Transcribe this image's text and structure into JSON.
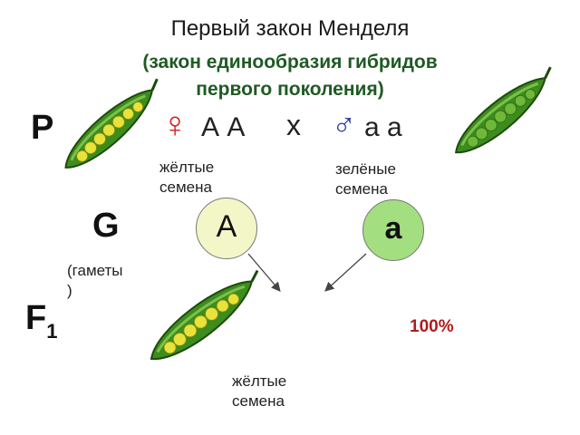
{
  "title": "Первый закон Менделя",
  "subtitle_line1": "(закон единообразия гибридов",
  "subtitle_line2": "первого поколения)",
  "rows": {
    "p_label": "P",
    "g_label": "G",
    "f1_label": "F",
    "f1_sub": "1"
  },
  "parents": {
    "female_symbol": "♀",
    "female_genotype": "А А",
    "cross": "х",
    "male_symbol": "♂",
    "male_genotype": "а а",
    "female_phenotype_line1": "жёлтые",
    "female_phenotype_line2": "семена",
    "male_phenotype_line1": "зелёные",
    "male_phenotype_line2": "семена"
  },
  "gametes": {
    "label_line1": "(гаметы",
    "label_line2": ")",
    "female_gamete": "А",
    "male_gamete": "а",
    "female_gamete_color": "#f3f7c8",
    "male_gamete_color": "#a3de80"
  },
  "offspring": {
    "percent": "100%",
    "phenotype_line1": "жёлтые",
    "phenotype_line2": "семена"
  },
  "colors": {
    "subtitle": "#1f5a23",
    "female_symbol": "#d42121",
    "male_symbol": "#2b3f9a",
    "pod_green": "#3c8c1e",
    "yellow_pea": "#e8e23a",
    "green_pea": "#6fb83a",
    "percent": "#b11a1a"
  }
}
